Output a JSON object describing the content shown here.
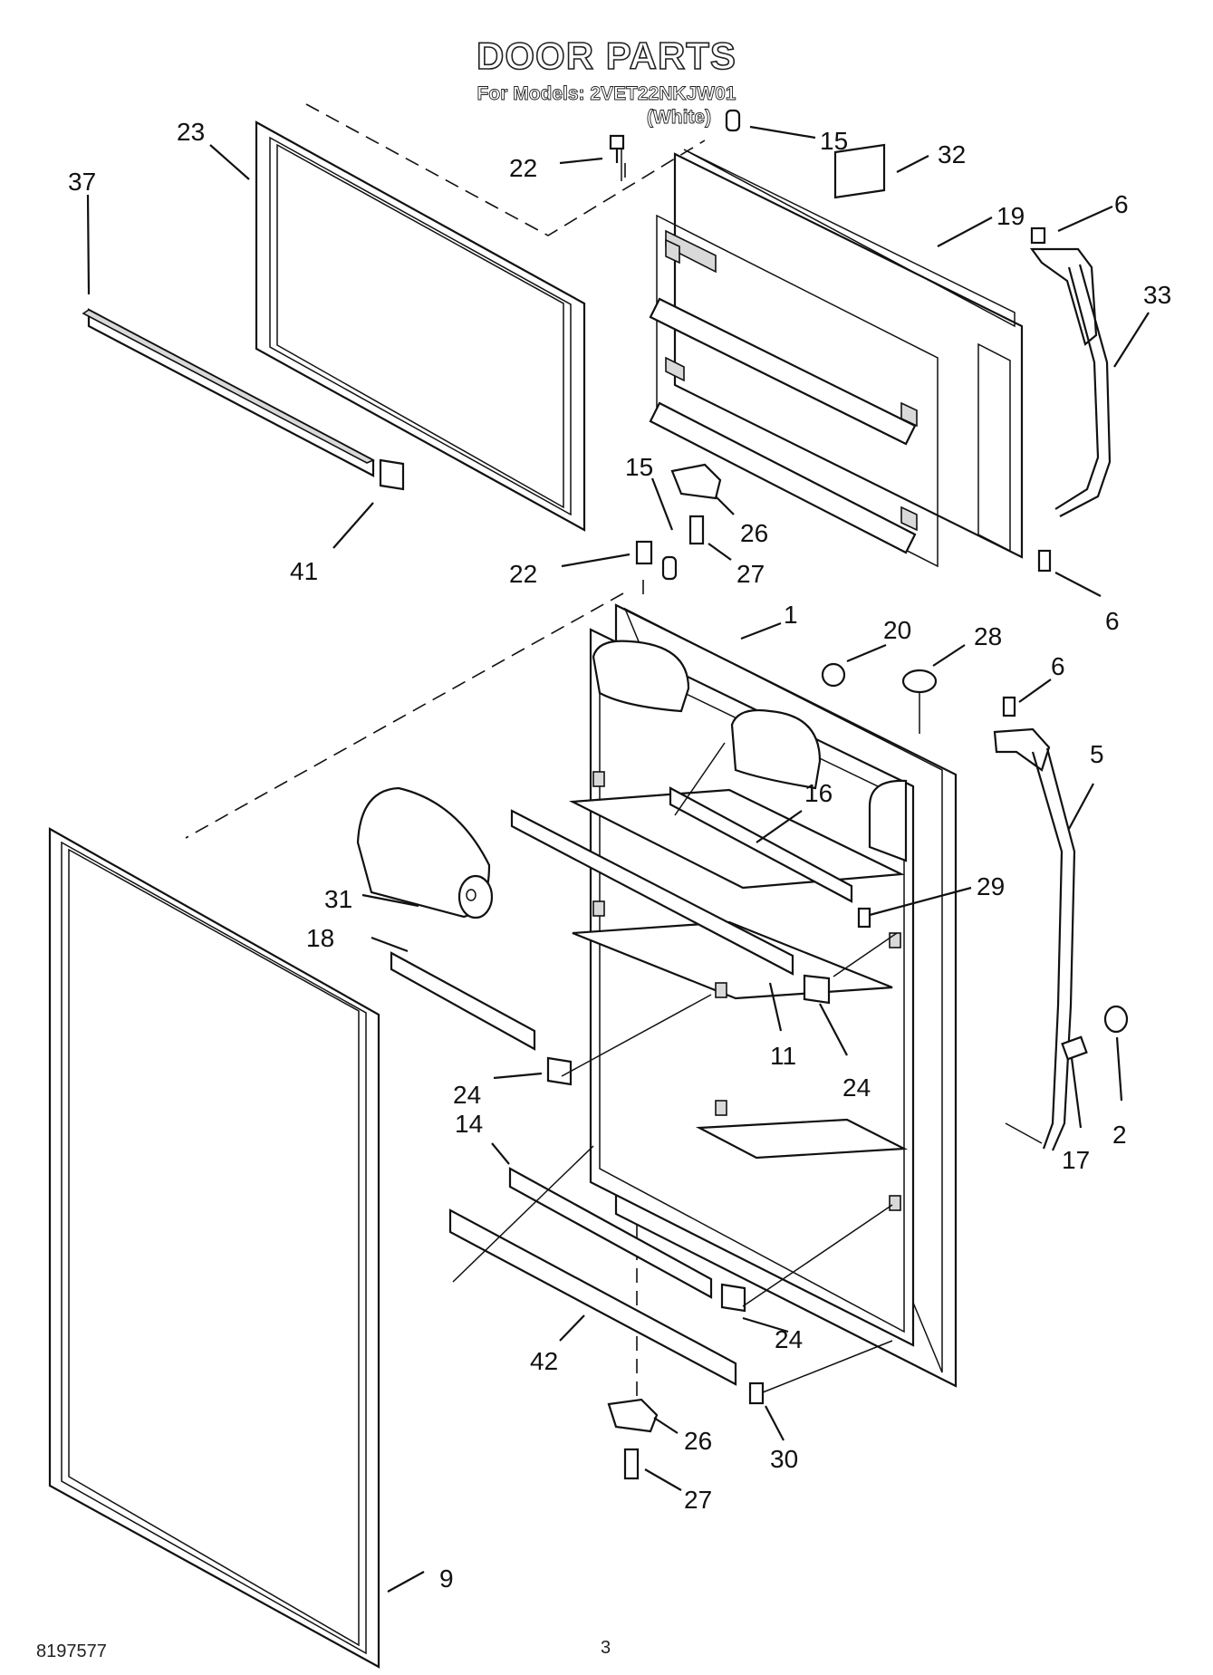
{
  "header": {
    "title": "DOOR PARTS",
    "models": "For Models: 2VET22NKJW01",
    "color": "(White)"
  },
  "footer": {
    "doc_number": "8197577",
    "page_number": "3"
  },
  "callouts": {
    "c23": "23",
    "c37": "37",
    "c41": "41",
    "c22a": "22",
    "c15a": "15",
    "c32": "32",
    "c19": "19",
    "c6a": "6",
    "c33": "33",
    "c6b": "6",
    "c15b": "15",
    "c26a": "26",
    "c27a": "27",
    "c22b": "22",
    "c1": "1",
    "c20": "20",
    "c28": "28",
    "c6c": "6",
    "c5": "5",
    "c16": "16",
    "c29": "29",
    "c31": "31",
    "c18": "18",
    "c11": "11",
    "c24a": "24",
    "c24b": "24",
    "c17": "17",
    "c2": "2",
    "c14": "14",
    "c24c": "24",
    "c42": "42",
    "c26b": "26",
    "c30": "30",
    "c27b": "27",
    "c9": "9"
  }
}
